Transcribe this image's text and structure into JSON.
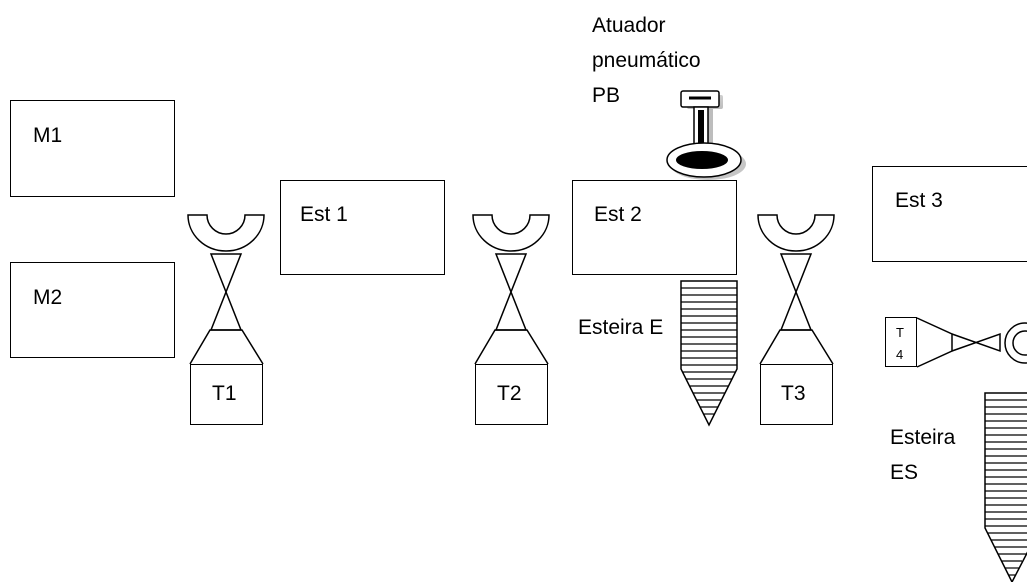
{
  "machines": [
    {
      "id": "m1",
      "label": "M1"
    },
    {
      "id": "m2",
      "label": "M2"
    }
  ],
  "stations": [
    {
      "id": "est1",
      "label": "Est 1"
    },
    {
      "id": "est2",
      "label": "Est 2"
    },
    {
      "id": "est3",
      "label": "Est 3"
    }
  ],
  "transporters": [
    {
      "id": "t1",
      "label": "T1"
    },
    {
      "id": "t2",
      "label": "T2"
    },
    {
      "id": "t3",
      "label": "T3"
    },
    {
      "id": "t4",
      "label_line1": "T",
      "label_line2": "4"
    }
  ],
  "conveyors": [
    {
      "id": "e",
      "label": "Esteira E"
    },
    {
      "id": "es",
      "label_line1": "Esteira",
      "label_line2": "ES"
    }
  ],
  "actuator": {
    "line1": "Atuador",
    "line2": "pneumático",
    "line3": "PB"
  }
}
